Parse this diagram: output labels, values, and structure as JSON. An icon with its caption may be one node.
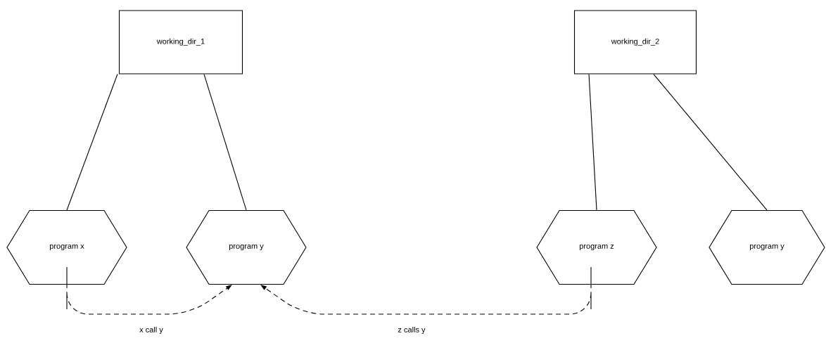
{
  "diagram": {
    "nodes": [
      {
        "text": [
          "working_dir_1"
        ]
      },
      {
        "text": [
          "working_dir_2"
        ]
      },
      {
        "text": [
          "program x"
        ]
      },
      {
        "text": [
          "program y"
        ]
      },
      {
        "text": [
          "program z"
        ]
      },
      {
        "text": [
          "program y"
        ]
      }
    ],
    "edges": [
      {
        "from": 0,
        "to": 2,
        "arrow": "none"
      },
      {
        "from": 0,
        "to": 3,
        "arrow": "none"
      },
      {
        "from": 1,
        "to": 4,
        "arrow": "none"
      },
      {
        "from": 1,
        "to": 5,
        "arrow": "none"
      },
      {
        "from": 2,
        "to": 3,
        "arrow": "to",
        "style": "dashed",
        "label": "x call y"
      },
      {
        "from": 4,
        "to": 3,
        "arrow": "to",
        "style": "dashed",
        "label": "z calls y"
      }
    ]
  }
}
